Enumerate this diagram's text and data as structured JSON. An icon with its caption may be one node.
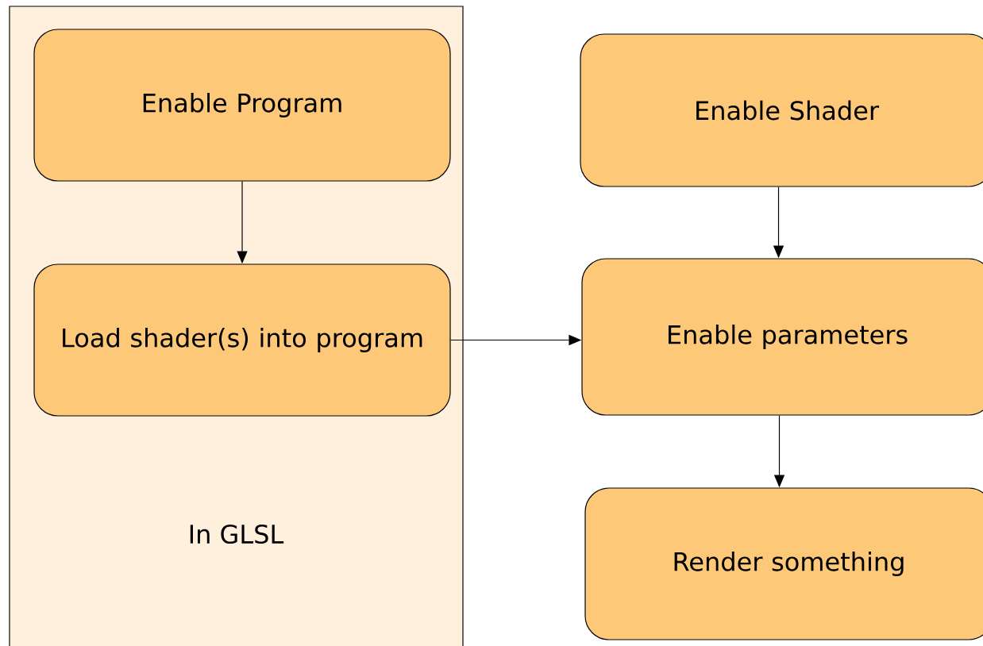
{
  "diagram": {
    "nodes": [
      {
        "text": [
          "In GLSL"
        ]
      },
      {
        "text": [
          "Enable Program"
        ],
        "in": 0
      },
      {
        "text": [
          "Load shader(s) into program"
        ],
        "in": 0
      },
      {
        "text": [
          "Enable Shader"
        ]
      },
      {
        "text": [
          "Enable parameters"
        ]
      },
      {
        "text": [
          "Render something"
        ]
      }
    ],
    "edges": [
      {
        "from": 1,
        "to": 2,
        "arrow": "to"
      },
      {
        "from": 2,
        "to": 4,
        "arrow": "to"
      },
      {
        "from": 3,
        "to": 4,
        "arrow": "to"
      },
      {
        "from": 4,
        "to": 5,
        "arrow": "to"
      }
    ]
  }
}
